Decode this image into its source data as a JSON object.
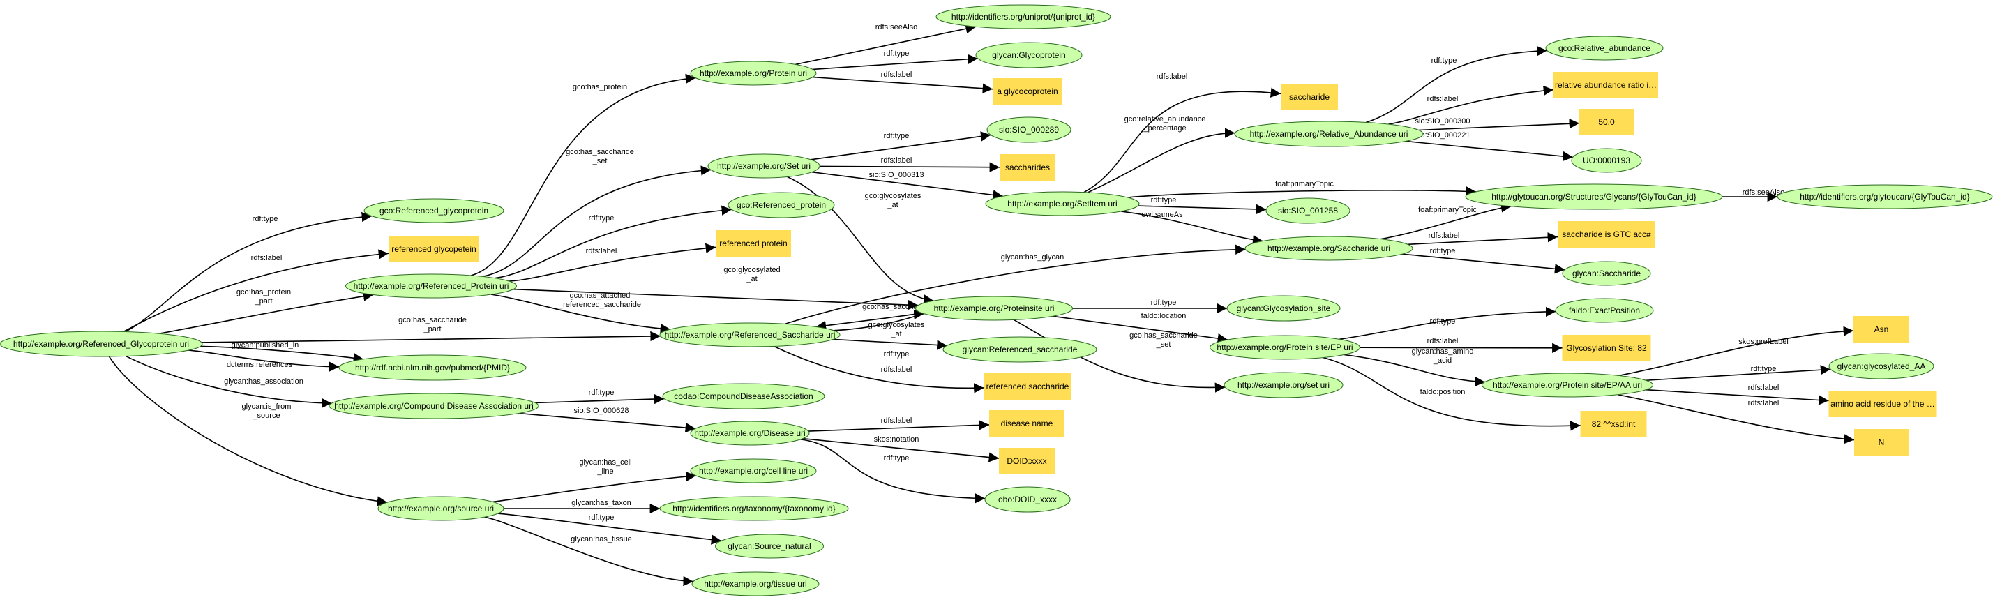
{
  "colors": {
    "resource_fill": "#ccffaa",
    "resource_stroke": "#2b6b1f",
    "literal_fill": "#ffdd55",
    "edge": "#000000",
    "background": "#ffffff"
  },
  "nodes": [
    {
      "id": "ref_glyco",
      "label": "http://example.org/Referenced_Glycoprotein uri",
      "kind": "uri"
    },
    {
      "id": "gco_ref_glyco",
      "label": "gco:Referenced_glycoprotein",
      "kind": "uri"
    },
    {
      "id": "lit_ref_glyco",
      "label": "referenced glycopetein",
      "kind": "literal"
    },
    {
      "id": "ref_protein",
      "label": "http://example.org/Referenced_Protein uri",
      "kind": "uri"
    },
    {
      "id": "ref_saccharide",
      "label": "http://example.org/Referenced_Saccharide uri",
      "kind": "uri"
    },
    {
      "id": "pubmed",
      "label": "http://rdf.ncbi.nlm.nih.gov/pubmed/{PMID}",
      "kind": "uri"
    },
    {
      "id": "cd_assoc",
      "label": "http://example.org/Compound Disease Association uri",
      "kind": "uri"
    },
    {
      "id": "source",
      "label": "http://example.org/source uri",
      "kind": "uri"
    },
    {
      "id": "protein",
      "label": "http://example.org/Protein uri",
      "kind": "uri"
    },
    {
      "id": "uniprot",
      "label": "http://identifiers.org/uniprot/{uniprot_id}",
      "kind": "uri"
    },
    {
      "id": "glycan_glycoprotein",
      "label": "glycan:Glycoprotein",
      "kind": "uri"
    },
    {
      "id": "lit_a_glycoprotein",
      "label": "a glycocoprotein",
      "kind": "literal"
    },
    {
      "id": "gco_ref_protein",
      "label": "gco:Referenced_protein",
      "kind": "uri"
    },
    {
      "id": "lit_ref_protein",
      "label": "referenced protein",
      "kind": "literal"
    },
    {
      "id": "set",
      "label": "http://example.org/Set uri",
      "kind": "uri"
    },
    {
      "id": "sio289",
      "label": "sio:SIO_000289",
      "kind": "uri"
    },
    {
      "id": "lit_saccharides",
      "label": "saccharides",
      "kind": "literal"
    },
    {
      "id": "setitem",
      "label": "http://example.org/SetItem uri",
      "kind": "uri"
    },
    {
      "id": "lit_saccharide",
      "label": "saccharide",
      "kind": "literal"
    },
    {
      "id": "rel_abund",
      "label": "http://example.org/Relative_Abundance uri",
      "kind": "uri"
    },
    {
      "id": "gco_rel_abund",
      "label": "gco:Relative_abundance",
      "kind": "uri"
    },
    {
      "id": "lit_rel_ratio",
      "label": "relative abundance ratio i…",
      "kind": "literal"
    },
    {
      "id": "lit_50",
      "label": "50.0",
      "kind": "literal"
    },
    {
      "id": "uo193",
      "label": "UO:0000193",
      "kind": "uri"
    },
    {
      "id": "glytoucan",
      "label": "http://glytoucan.org/Structures/Glycans/{GlyTouCan_id}",
      "kind": "uri"
    },
    {
      "id": "identifiers_glytoucan",
      "label": "http://identifiers.org/glytoucan/{GlyTouCan_id}",
      "kind": "uri"
    },
    {
      "id": "sio1258",
      "label": "sio:SIO_001258",
      "kind": "uri"
    },
    {
      "id": "saccharide",
      "label": "http://example.org/Saccharide uri",
      "kind": "uri"
    },
    {
      "id": "lit_gtc",
      "label": "saccharide is GTC acc#",
      "kind": "literal"
    },
    {
      "id": "glycan_saccharide",
      "label": "glycan:Saccharide",
      "kind": "uri"
    },
    {
      "id": "proteinsite",
      "label": "http://example.org/Proteinsite uri",
      "kind": "uri"
    },
    {
      "id": "glycan_glycosite",
      "label": "glycan:Glycosylation_site",
      "kind": "uri"
    },
    {
      "id": "glycan_ref_sacch",
      "label": "glycan:Referenced_saccharide",
      "kind": "uri"
    },
    {
      "id": "lit_ref_sacch",
      "label": "referenced saccharide",
      "kind": "literal"
    },
    {
      "id": "proteinsite_ep",
      "label": "http://example.org/Protein site/EP uri",
      "kind": "uri"
    },
    {
      "id": "faldo_exact",
      "label": "faldo:ExactPosition",
      "kind": "uri"
    },
    {
      "id": "lit_glycosite82",
      "label": "Glycosylation Site: 82",
      "kind": "literal"
    },
    {
      "id": "lit_82xsd",
      "label": "82 ^^xsd:int",
      "kind": "literal"
    },
    {
      "id": "set2",
      "label": "http://example.org/set uri",
      "kind": "uri"
    },
    {
      "id": "proteinsite_ep_aa",
      "label": "http://example.org/Protein site/EP/AA uri",
      "kind": "uri"
    },
    {
      "id": "lit_asn",
      "label": "Asn",
      "kind": "literal"
    },
    {
      "id": "glycan_glycosylated_aa",
      "label": "glycan:glycosylated_AA",
      "kind": "uri"
    },
    {
      "id": "lit_amino",
      "label": "amino acid residue of the …",
      "kind": "literal"
    },
    {
      "id": "lit_n",
      "label": "N",
      "kind": "literal"
    },
    {
      "id": "codao",
      "label": "codao:CompoundDiseaseAssociation",
      "kind": "uri"
    },
    {
      "id": "disease",
      "label": "http://example.org/Disease uri",
      "kind": "uri"
    },
    {
      "id": "lit_disease_name",
      "label": "disease name",
      "kind": "literal"
    },
    {
      "id": "lit_doid",
      "label": "DOID:xxxx",
      "kind": "literal"
    },
    {
      "id": "obo_doid",
      "label": "obo:DOID_xxxx",
      "kind": "uri"
    },
    {
      "id": "cellline",
      "label": "http://example.org/cell line uri",
      "kind": "uri"
    },
    {
      "id": "taxonomy",
      "label": "http://identifiers.org/taxonomy/{taxonomy id}",
      "kind": "uri"
    },
    {
      "id": "glycan_source_natural",
      "label": "glycan:Source_natural",
      "kind": "uri"
    },
    {
      "id": "tissue",
      "label": "http://example.org/tissue uri",
      "kind": "uri"
    }
  ],
  "edges": [
    {
      "from": "ref_glyco",
      "to": "gco_ref_glyco",
      "label": "rdf:type"
    },
    {
      "from": "ref_glyco",
      "to": "lit_ref_glyco",
      "label": "rdfs:label"
    },
    {
      "from": "ref_glyco",
      "to": "ref_protein",
      "label": "gco:has_protein\n_part"
    },
    {
      "from": "ref_glyco",
      "to": "ref_saccharide",
      "label": "gco:has_saccharide\n_part"
    },
    {
      "from": "ref_glyco",
      "to": "pubmed",
      "label": "glycan:published_in"
    },
    {
      "from": "ref_glyco",
      "to": "pubmed",
      "label": "dcterms:references"
    },
    {
      "from": "ref_glyco",
      "to": "cd_assoc",
      "label": "glycan:has_association"
    },
    {
      "from": "ref_glyco",
      "to": "source",
      "label": "glycan:is_from\n_source"
    },
    {
      "from": "ref_protein",
      "to": "protein",
      "label": "gco:has_protein"
    },
    {
      "from": "ref_protein",
      "to": "set",
      "label": "gco:has_saccharide\n_set"
    },
    {
      "from": "ref_protein",
      "to": "gco_ref_protein",
      "label": "rdf:type"
    },
    {
      "from": "ref_protein",
      "to": "lit_ref_protein",
      "label": "rdfs:label"
    },
    {
      "from": "ref_protein",
      "to": "proteinsite",
      "label": "gco:glycosylated\n_at"
    },
    {
      "from": "ref_protein",
      "to": "ref_saccharide",
      "label": "gco:has_attached\n_referenced_saccharide"
    },
    {
      "from": "protein",
      "to": "uniprot",
      "label": "rdfs:seeAlso"
    },
    {
      "from": "protein",
      "to": "glycan_glycoprotein",
      "label": "rdf:type"
    },
    {
      "from": "protein",
      "to": "lit_a_glycoprotein",
      "label": "rdfs:label"
    },
    {
      "from": "set",
      "to": "sio289",
      "label": "rdf:type"
    },
    {
      "from": "set",
      "to": "lit_saccharides",
      "label": "rdfs:label"
    },
    {
      "from": "set",
      "to": "setitem",
      "label": "sio:SIO_000313"
    },
    {
      "from": "set",
      "to": "proteinsite",
      "label": "gco:glycosylates\n_at"
    },
    {
      "from": "setitem",
      "to": "lit_saccharide",
      "label": "rdfs:label"
    },
    {
      "from": "setitem",
      "to": "rel_abund",
      "label": "gco:relative_abundance\n_percentage"
    },
    {
      "from": "setitem",
      "to": "glytoucan",
      "label": "foaf:primaryTopic"
    },
    {
      "from": "setitem",
      "to": "sio1258",
      "label": "rdf:type"
    },
    {
      "from": "setitem",
      "to": "saccharide",
      "label": "owl:sameAs"
    },
    {
      "from": "rel_abund",
      "to": "gco_rel_abund",
      "label": "rdf:type"
    },
    {
      "from": "rel_abund",
      "to": "lit_rel_ratio",
      "label": "rdfs:label"
    },
    {
      "from": "rel_abund",
      "to": "lit_50",
      "label": "sio:SIO_000300"
    },
    {
      "from": "rel_abund",
      "to": "uo193",
      "label": "sio:SIO_000221"
    },
    {
      "from": "glytoucan",
      "to": "identifiers_glytoucan",
      "label": "rdfs:seeAlso"
    },
    {
      "from": "saccharide",
      "to": "glytoucan",
      "label": "foaf:primaryTopic"
    },
    {
      "from": "saccharide",
      "to": "lit_gtc",
      "label": "rdfs:label"
    },
    {
      "from": "saccharide",
      "to": "glycan_saccharide",
      "label": "rdf:type"
    },
    {
      "from": "ref_saccharide",
      "to": "saccharide",
      "label": "glycan:has_glycan"
    },
    {
      "from": "ref_saccharide",
      "to": "proteinsite",
      "label": "gco:glycosylates\n_at"
    },
    {
      "from": "ref_saccharide",
      "to": "glycan_ref_sacch",
      "label": "rdf:type"
    },
    {
      "from": "ref_saccharide",
      "to": "lit_ref_sacch",
      "label": "rdfs:label"
    },
    {
      "from": "proteinsite",
      "to": "ref_saccharide",
      "label": "gco:has_saccharide"
    },
    {
      "from": "proteinsite",
      "to": "glycan_glycosite",
      "label": "rdf:type"
    },
    {
      "from": "proteinsite",
      "to": "proteinsite_ep",
      "label": "faldo:location"
    },
    {
      "from": "proteinsite",
      "to": "set2",
      "label": "gco:has_saccharide\n_set"
    },
    {
      "from": "proteinsite_ep",
      "to": "faldo_exact",
      "label": "rdf:type"
    },
    {
      "from": "proteinsite_ep",
      "to": "lit_glycosite82",
      "label": "rdfs:label"
    },
    {
      "from": "proteinsite_ep",
      "to": "proteinsite_ep_aa",
      "label": "glycan:has_amino\n_acid"
    },
    {
      "from": "proteinsite_ep",
      "to": "lit_82xsd",
      "label": "faldo:position"
    },
    {
      "from": "proteinsite_ep_aa",
      "to": "lit_asn",
      "label": "skos:prefLabel"
    },
    {
      "from": "proteinsite_ep_aa",
      "to": "glycan_glycosylated_aa",
      "label": "rdf:type"
    },
    {
      "from": "proteinsite_ep_aa",
      "to": "lit_amino",
      "label": "rdfs:label"
    },
    {
      "from": "proteinsite_ep_aa",
      "to": "lit_n",
      "label": "rdfs:label"
    },
    {
      "from": "cd_assoc",
      "to": "codao",
      "label": "rdf:type"
    },
    {
      "from": "cd_assoc",
      "to": "disease",
      "label": "sio:SIO_000628"
    },
    {
      "from": "disease",
      "to": "lit_disease_name",
      "label": "rdfs:label"
    },
    {
      "from": "disease",
      "to": "lit_doid",
      "label": "skos:notation"
    },
    {
      "from": "disease",
      "to": "obo_doid",
      "label": "rdf:type"
    },
    {
      "from": "source",
      "to": "cellline",
      "label": "glycan:has_cell\n_line"
    },
    {
      "from": "source",
      "to": "taxonomy",
      "label": "glycan:has_taxon"
    },
    {
      "from": "source",
      "to": "glycan_source_natural",
      "label": "rdf:type"
    },
    {
      "from": "source",
      "to": "tissue",
      "label": "glycan:has_tissue"
    }
  ]
}
